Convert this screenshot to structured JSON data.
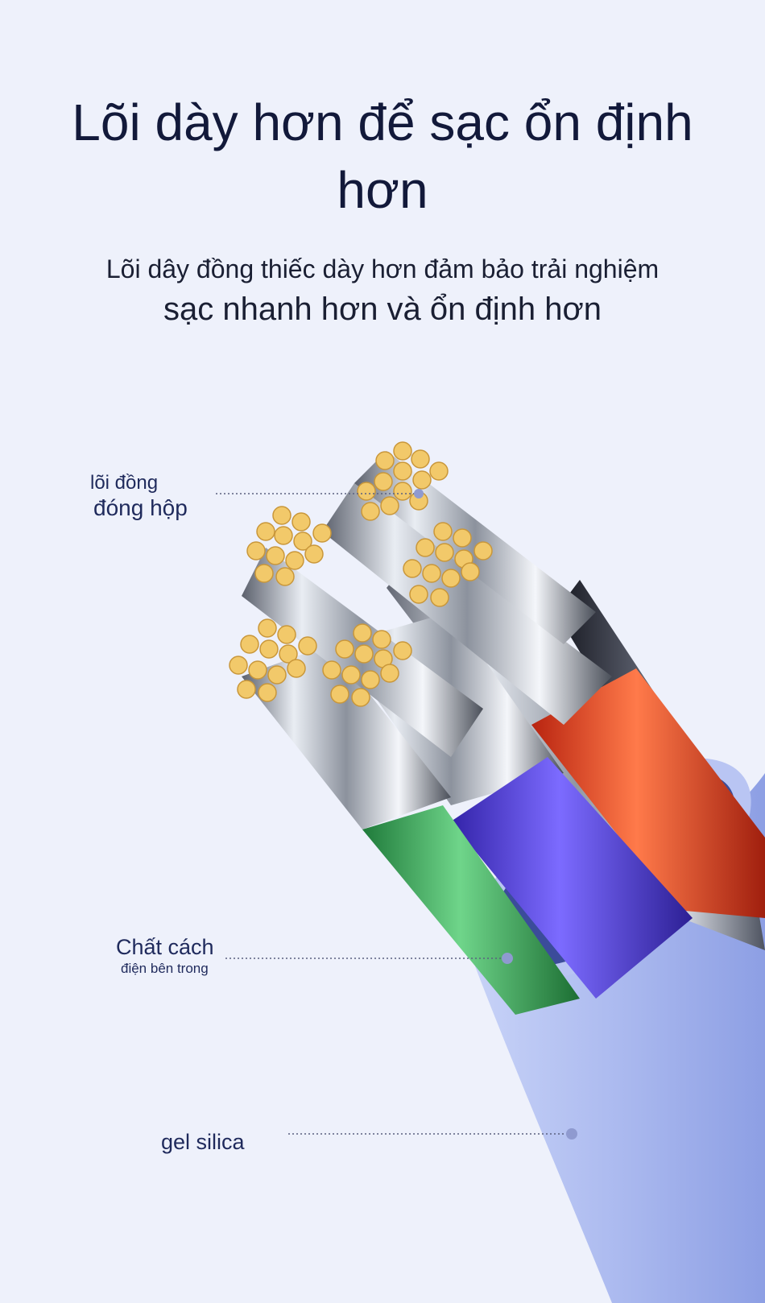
{
  "headline": {
    "line1": "Lõi dày hơn để sạc ổn định",
    "line2": "hơn"
  },
  "subheadline": {
    "line1": "Lõi dây đồng thiếc dày hơn đảm bảo trải nghiệm",
    "line2": "sạc nhanh hơn và ổn định hơn"
  },
  "callouts": {
    "core": {
      "line1": "lõi đồng",
      "line2": "đóng hộp"
    },
    "insulation": {
      "line1": "Chất cách",
      "line2": "điện bên trong"
    },
    "jacket": {
      "line1": "gel silica"
    }
  },
  "colors": {
    "background": "#eef1fb",
    "jacket": "#a9b8ee",
    "wire_green": "#3fae5c",
    "wire_blue": "#5b45e0",
    "wire_red": "#e8452a",
    "wire_black": "#2a2d3a",
    "strand_tip": "#f2c96a",
    "text": "#12193a"
  }
}
